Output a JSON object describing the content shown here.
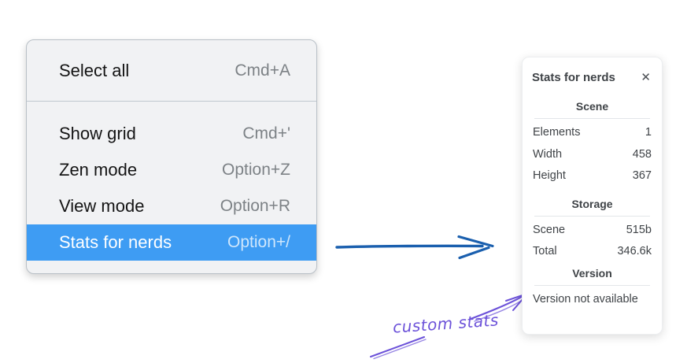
{
  "colors": {
    "menu-bg": "#f1f2f4",
    "menu-border": "#b9c0c7",
    "menu-divider": "#bfc7ce",
    "menu-text": "#141414",
    "menu-shortcut": "#7d8286",
    "highlight-bg": "#3e9cf3",
    "highlight-text": "#ffffff",
    "highlight-shortcut": "#cfe7fc",
    "panel-text": "#3f4347",
    "panel-divider": "#e3e6e9",
    "arrow-blue": "#1a5fae",
    "annotation-purple": "#6c52d9"
  },
  "menu": {
    "items": [
      {
        "label": "Select all",
        "shortcut": "Cmd+A",
        "selected": false
      },
      {
        "label": "Show grid",
        "shortcut": "Cmd+'",
        "selected": false
      },
      {
        "label": "Zen mode",
        "shortcut": "Option+Z",
        "selected": false
      },
      {
        "label": "View mode",
        "shortcut": "Option+R",
        "selected": false
      },
      {
        "label": "Stats for nerds",
        "shortcut": "Option+/",
        "selected": true
      }
    ]
  },
  "panel": {
    "title": "Stats for nerds",
    "close_icon": "✕",
    "sections": [
      {
        "header": "Scene",
        "rows": [
          {
            "label": "Elements",
            "value": "1"
          },
          {
            "label": "Width",
            "value": "458"
          },
          {
            "label": "Height",
            "value": "367"
          }
        ]
      },
      {
        "header": "Storage",
        "rows": [
          {
            "label": "Scene",
            "value": "515b"
          },
          {
            "label": "Total",
            "value": "346.6k"
          }
        ]
      },
      {
        "header": "Version",
        "note": "Version not available"
      }
    ]
  },
  "annotation": {
    "label": "custom stats"
  }
}
